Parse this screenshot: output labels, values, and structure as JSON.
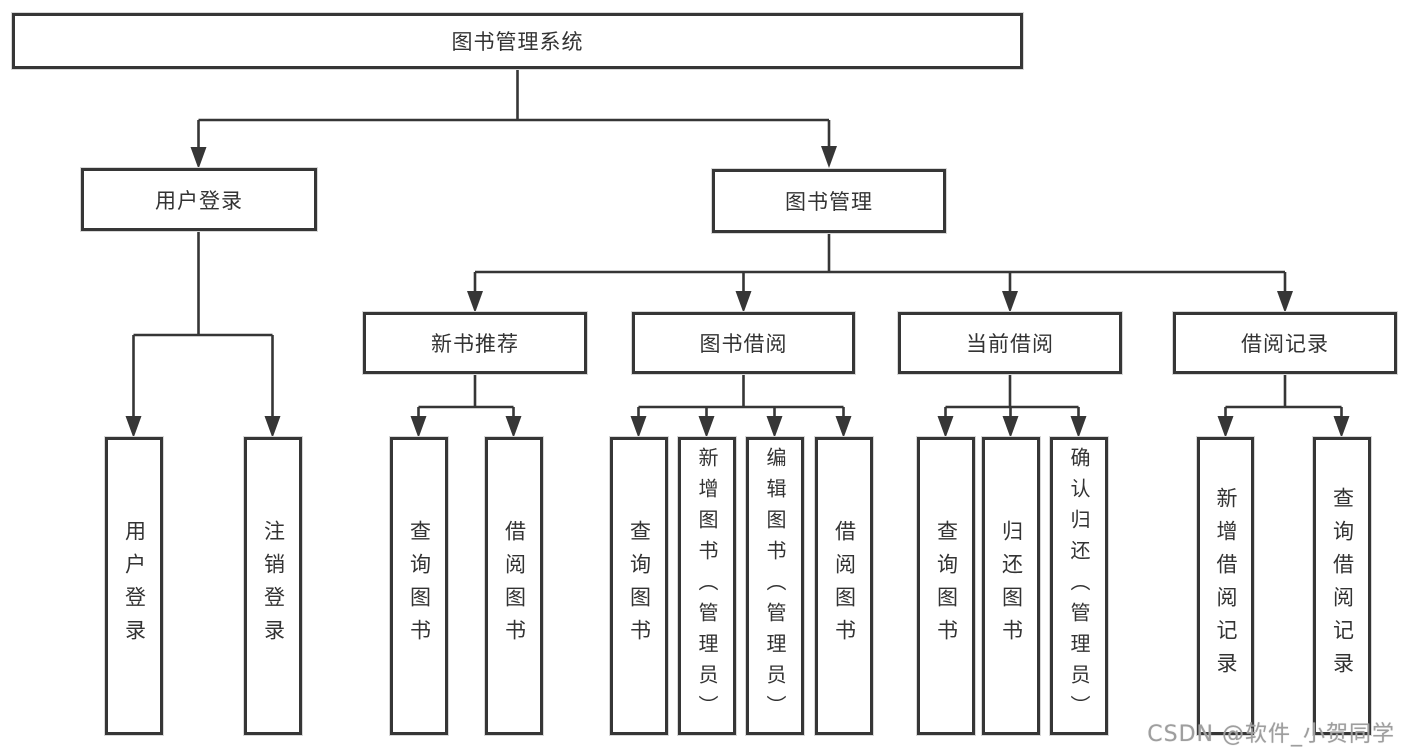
{
  "diagram": {
    "root": {
      "label": "图书管理系统"
    },
    "branches": {
      "user_login": {
        "label": "用户登录",
        "children": {
          "login": {
            "label": "用户登录"
          },
          "logout": {
            "label": "注销登录"
          }
        }
      },
      "book_mgmt": {
        "label": "图书管理",
        "children": {
          "new_book_rec": {
            "label": "新书推荐",
            "children": {
              "query": {
                "label": "查询图书"
              },
              "borrow": {
                "label": "借阅图书"
              }
            }
          },
          "book_borrow": {
            "label": "图书借阅",
            "children": {
              "query": {
                "label": "查询图书"
              },
              "add": {
                "label": "新增图书（管理员）"
              },
              "edit": {
                "label": "编辑图书（管理员）"
              },
              "borrow": {
                "label": "借阅图书"
              }
            }
          },
          "current_borrow": {
            "label": "当前借阅",
            "children": {
              "query": {
                "label": "查询图书"
              },
              "return": {
                "label": "归还图书"
              },
              "confirm": {
                "label": "确认归还（管理员）"
              }
            }
          },
          "borrow_record": {
            "label": "借阅记录",
            "children": {
              "add": {
                "label": "新增借阅记录"
              },
              "query": {
                "label": "查询借阅记录"
              }
            }
          }
        }
      }
    }
  },
  "watermark": {
    "text": "CSDN @软件_小贺同学"
  },
  "colors": {
    "line": "#363636",
    "box_border": "#363636",
    "text": "#333333",
    "watermark_text": "#9e9e9e",
    "background": "#ffffff"
  }
}
